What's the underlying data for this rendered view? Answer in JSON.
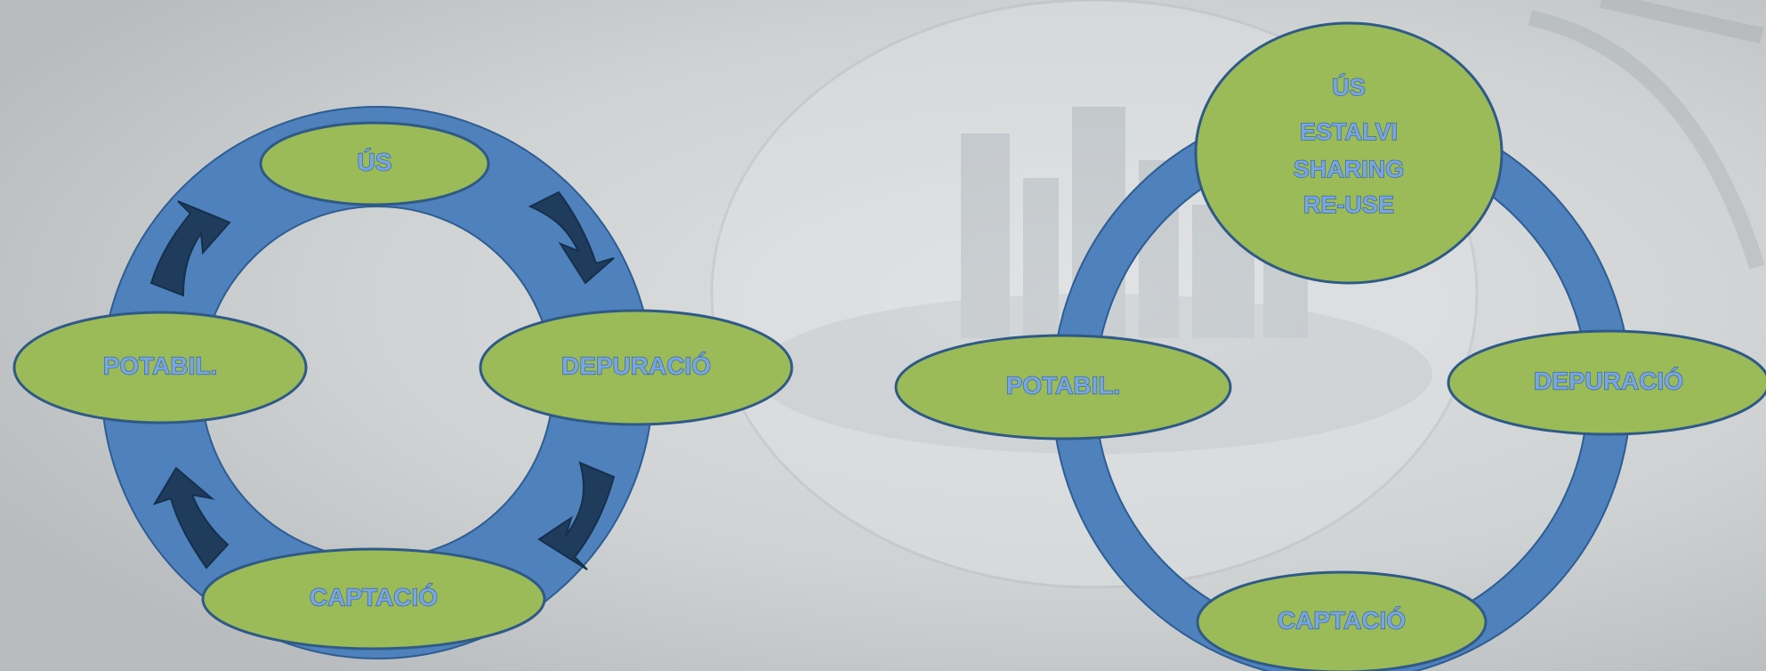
{
  "colors": {
    "background": "#c9cccd",
    "ring": "#4f81bd",
    "ring_outline": "#2e5d92",
    "node_fill": "#9bbb59",
    "node_outline": "#2f5a86",
    "arrow": "#1f3c5d",
    "text": "#78a6dd"
  },
  "diagram_left": {
    "nodes": {
      "top": "ÚS",
      "right": "DEPURACIÓ",
      "bottom": "CAPTACIÓ",
      "left": "POTABIL."
    },
    "arrow_icons": [
      "curved-arrow-icon",
      "curved-arrow-icon",
      "curved-arrow-icon",
      "curved-arrow-icon"
    ]
  },
  "diagram_right": {
    "nodes": {
      "top": [
        "ÚS",
        "ESTALVI",
        "SHARING",
        "RE-USE"
      ],
      "right": "DEPURACIÓ",
      "bottom": "CAPTACIÓ",
      "left": "POTABIL."
    }
  }
}
